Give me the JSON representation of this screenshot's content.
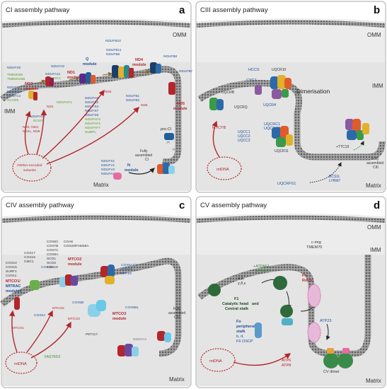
{
  "panel_a": {
    "title": "CI assembly pathway",
    "letter": "a",
    "omm": "OMM",
    "imm": "IMM",
    "matrix": "Matrix",
    "blue_left": [
      "NDUFS5",
      "NDUFA1",
      "NDUFC1",
      "NDUFC2"
    ],
    "green_left": [
      "TMEM186",
      "TMEM126B",
      "ACAD9"
    ],
    "nd2_module": [
      "ND2",
      "module"
    ],
    "ndufa8": "NDUFA8",
    "ndufa11": "NDUFA11",
    "timmdc1": "TIMMDC1",
    "nd1_module": [
      "ND1",
      "module"
    ],
    "ndufaf1": "NDUFAF1",
    "q_module": [
      "Q",
      "module"
    ],
    "ndufa10": "NDUFA10",
    "ecsit": "ECSIT",
    "nd1": "ND1",
    "nd_list": [
      "ND3, ND3,",
      "ND4L, ND6"
    ],
    "ndufb10": "NDUFB10",
    "ndufb11_b5": [
      "NDUFB11",
      "NDUFB5"
    ],
    "nd4_module": [
      "ND4",
      "module"
    ],
    "nd4": "ND4",
    "q_blue_list": [
      "NDUFA9",
      "NDUFS2",
      "NDUFS3",
      "NDUFS7",
      "NDUFS8"
    ],
    "q_green_list": [
      "NDUFAF3",
      "NDUFAF4",
      "NDUFAF7",
      "NUBPL"
    ],
    "ndufb8": "NDUFB8",
    "ndufb7": "NDUFB7",
    "ndufb1_b2": [
      "NDUFB1",
      "NDUFB2"
    ],
    "nd5": "ND5",
    "nd5_module": [
      "ND5",
      "module"
    ],
    "pre_ci": "pre-CI",
    "pi": "Pi",
    "fully_assembled": [
      "Fully",
      "assembled",
      "CI"
    ],
    "n_blue_list": [
      "NDUFS1",
      "NDUFV1",
      "NDUFV2",
      "NDUFA2"
    ],
    "n_module": [
      "N",
      "module"
    ],
    "mtdna_subunits": [
      "mtDNA-encoded",
      "subunits"
    ]
  },
  "panel_b": {
    "title": "CIII assembly pathway",
    "letter": "b",
    "omm": "OMM",
    "imm": "IMM",
    "matrix": "Matrix",
    "hccs": "HCCS",
    "cyc1": "CYC1",
    "uqcr10": "UQCR10",
    "uqcrb": "UQCRB",
    "uqcrq": "UQCRQ",
    "uqcrh": "UQCRH",
    "dimerisation": "Dimerisation",
    "mtcyb": "MTCYB",
    "uqcc_list": [
      "UQCC1",
      "UQCC2",
      "UQCC3"
    ],
    "uqcrc": [
      "UQCRC1",
      "UQCRC2"
    ],
    "ttc19": "+TTC19",
    "uqcr11": "UQCR11",
    "fully_assembled": [
      "Fully",
      "assembled",
      "CIII"
    ],
    "bcs1l": [
      "BCS1L",
      "LYRM7"
    ],
    "uqcrfs1": "UQCRFS1",
    "mtdna": "mtDNA"
  },
  "panel_c": {
    "title": "CIV assembly pathway",
    "letter": "c",
    "matrix": "Matrix",
    "cox_left": [
      "COX10",
      "COX15",
      "SURF1",
      "COX11"
    ],
    "cox17": [
      "COX17",
      "COX19",
      "CMC1"
    ],
    "cox4i1": "COX4I1",
    "cox6c": [
      "COX6C",
      "COX7B",
      "COX7C",
      "COX8A",
      "SCO1",
      "SCO2",
      "COX18"
    ],
    "coa6": [
      "COA6",
      "COX20/FAM36A"
    ],
    "mtco1_mitrac": [
      "MTCO1/",
      "MITRAC",
      "modules"
    ],
    "mtco2_module": [
      "MTCO2",
      "module"
    ],
    "mtco2": "MTCO2",
    "cox5b": "COX5B",
    "cox6a": [
      "COX6A1/2",
      "COX7A",
      "MR-1S"
    ],
    "cox6b1": "COX6B1",
    "mtco1": "MTCO1",
    "cox5a": "COX5A",
    "mtco3": "MTCO3",
    "mtco3_module": [
      "MTCO3",
      "module"
    ],
    "pet117": "PET117",
    "ndufa4": "NDUFA4",
    "fully_assembled": [
      "Fully",
      "assembled",
      "CIV"
    ],
    "fastkd2": "FASTKD2",
    "mtdna": "mtDNA"
  },
  "panel_d": {
    "title": "CV assembly pathway",
    "letter": "d",
    "omm": "OMM",
    "imm": "IMM",
    "matrix": "Matrix",
    "cring": [
      "c-ring",
      "TMEM70"
    ],
    "atpaf": [
      "+ATPAF1",
      "ATPAF2"
    ],
    "abgde": [
      "α,β,",
      "γ,δ,ε"
    ],
    "fo_rotor": [
      "Fo",
      "Rotor"
    ],
    "f1": [
      "F1",
      "Catalytic head",
      "and",
      "Central stalk"
    ],
    "fo_stalk": [
      "Fo",
      "peripheral",
      "stalk"
    ],
    "fo_sub": [
      "b, d,",
      "F6 OSCP"
    ],
    "atp23": "ATP23",
    "atp68": [
      "ATP6",
      "ATP8"
    ],
    "cv_dimer": "CV dimer",
    "mtdna": "mtDNA"
  }
}
